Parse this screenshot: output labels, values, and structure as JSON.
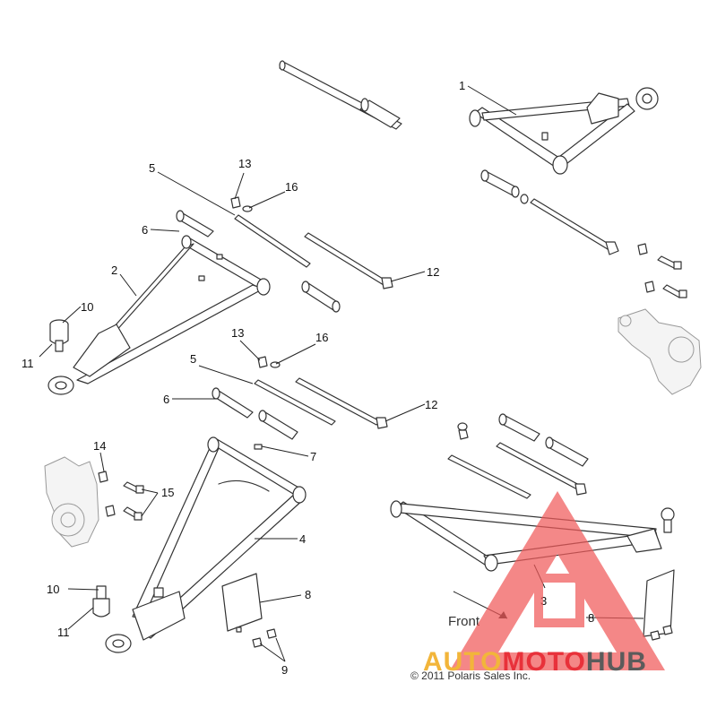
{
  "callouts": [
    "1",
    "2",
    "3",
    "4",
    "5",
    "5",
    "6",
    "6",
    "7",
    "8",
    "8",
    "9",
    "10",
    "10",
    "11",
    "11",
    "12",
    "12",
    "13",
    "13",
    "14",
    "15",
    "16",
    "16"
  ],
  "front_label": "Front",
  "copyright": "© 2011 Polaris Sales Inc.",
  "watermark": {
    "part1": "AUTO",
    "part2": "MOTO",
    "part3": "HUB",
    "color1": "#f2b53a",
    "color2": "#e8313a",
    "color3": "#5b5b5b"
  },
  "colors": {
    "line": "#333333",
    "text": "#111111",
    "watermark_triangle": "#f05a5a"
  }
}
